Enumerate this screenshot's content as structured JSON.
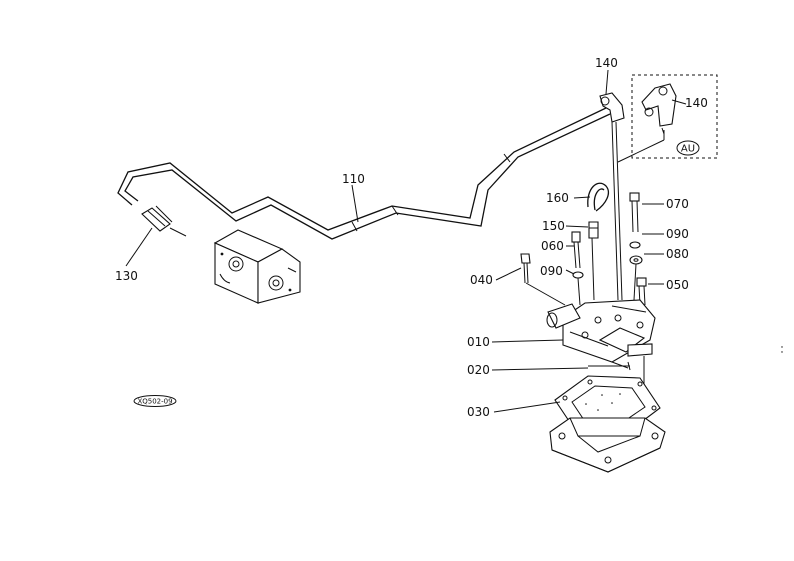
{
  "callouts": {
    "p010": "010",
    "p020": "020",
    "p030": "030",
    "p040": "040",
    "p050": "050",
    "p060": "060",
    "p070": "070",
    "p080": "080",
    "p090a": "090",
    "p090b": "090",
    "p110": "110",
    "p130": "130",
    "p140a": "140",
    "p140b": "140",
    "p150": "150",
    "p160": "160"
  },
  "inset": {
    "region_badge": "AU"
  },
  "stamp": {
    "code": "XQ502-09"
  },
  "colors": {
    "ink": "#111111",
    "paper": "#ffffff"
  }
}
